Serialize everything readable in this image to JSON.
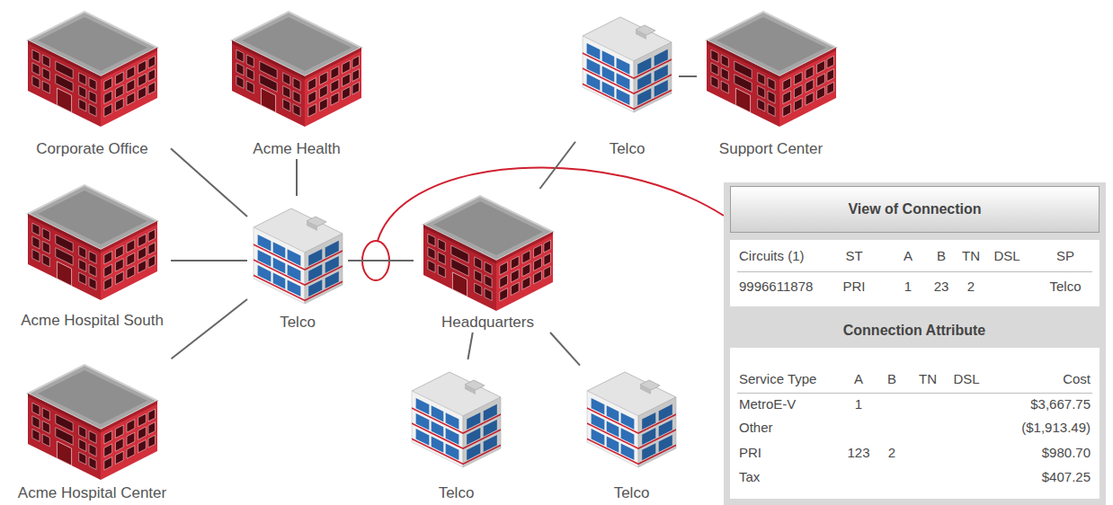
{
  "diagram": {
    "nodes": [
      {
        "text": [
          "Corporate Office"
        ]
      },
      {
        "text": [
          "Acme Health"
        ]
      },
      {
        "text": [
          "Acme Hospital South"
        ]
      },
      {
        "text": [
          "Acme Hospital Center"
        ]
      },
      {
        "text": [
          "Telco"
        ]
      },
      {
        "text": [
          "Headquarters"
        ]
      },
      {
        "text": [
          "Telco"
        ]
      },
      {
        "text": [
          "Support Center"
        ]
      },
      {
        "text": [
          "Telco"
        ]
      },
      {
        "text": [
          "Telco"
        ]
      },
      {
        "text": [
          "Connection Attribute"
        ]
      },
      {
        "text": [
          "View of Connection"
        ],
        "in": 10
      },
      {
        "text": [
          "Circuits (1)",
          "ST",
          "A",
          "B",
          "TN",
          "DSL",
          "SP",
          "9996611878",
          "PRI",
          "1",
          "23",
          "2",
          "Telco"
        ],
        "in": 10
      },
      {
        "text": [
          "Service Type",
          "A",
          "B",
          "TN",
          "DSL",
          "Cost",
          "MetroE-V",
          "1",
          "$3,667.75",
          "Other",
          "($1,913.49)",
          "PRI",
          "123",
          "2",
          "$980.70",
          "Tax",
          "$407.25"
        ],
        "in": 10
      }
    ],
    "edges": [
      {
        "from": 0,
        "to": 4,
        "arrow": "none"
      },
      {
        "from": 1,
        "to": 4,
        "arrow": "none"
      },
      {
        "from": 2,
        "to": 4,
        "arrow": "none"
      },
      {
        "from": 3,
        "to": 4,
        "arrow": "none"
      },
      {
        "from": 4,
        "to": 5,
        "arrow": "none"
      },
      {
        "from": 5,
        "to": 6,
        "arrow": "none"
      },
      {
        "from": 6,
        "to": 7,
        "arrow": "none"
      },
      {
        "from": 5,
        "to": 8,
        "arrow": "none"
      },
      {
        "from": 5,
        "to": 9,
        "arrow": "none"
      }
    ]
  }
}
